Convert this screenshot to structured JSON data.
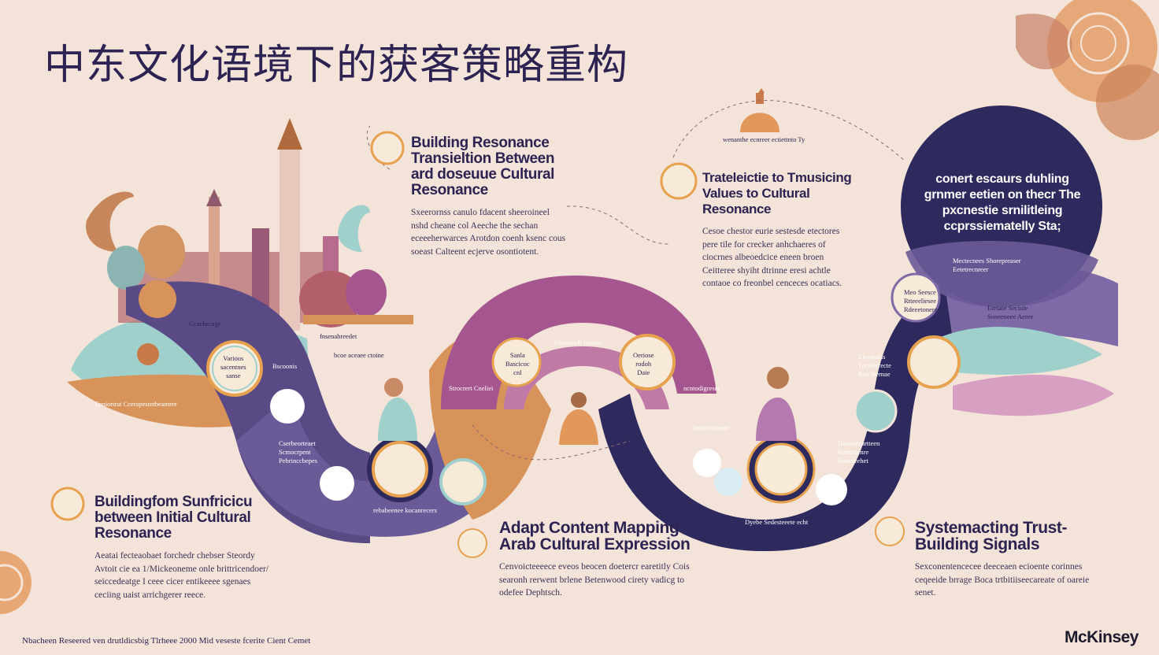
{
  "title": "中东文化语境下的获客策略重构",
  "sections": {
    "building_resonance": {
      "heading": "Building Resonance Transieltion Between ard doseuue Cultural Resonance",
      "body": "Sxeerornss canulo fdacent sheeroineel nshd cheane col Aeeche the sechan eceeeherwarces Arotdon coenh ksenc cous soeast Calteent ecjerve osontiotent."
    },
    "values_to_culture": {
      "heading": "Trateleictie to Tmusicing Values to Cultural Resonance",
      "body": "Cesoe chestor eurie sestesde etectores pere tile for crecker anhchaeres of ciocrnes albeoedcice eneen broen Ceitteree shyiht dtrinne eresi achtle contaoe co freonbel cenceces ocatiacs."
    },
    "building_from": {
      "heading": "Buildingfom Sunfricicu between Initial Cultural Resonance",
      "body": "Aeatai fecteaobaet forchedr chebser Steordy Avtoit cie ea 1/Mickeoneme onle brittricendoer/ seiccedeatge I ceee cicer entikeeee sgenaes ceciing uaist arrichgerer reece."
    },
    "adapt_content": {
      "heading": "Adapt Content Mapping Arab Cultural Expression",
      "body": "Cenvoicteeeece eveos beocen doetercr earetitly Cois searonh rerwent brlene Betenwood cirety vadicg to odefee Dephtsch."
    },
    "trust_signals": {
      "heading": "Systemacting Trust-Building Signals",
      "body": "Sexconentencecee deeceaen ecioente corinnes ceqeeide brrage Boca trtbitiiseecareate of oareie senet."
    },
    "circle": {
      "text": "conert escaurs duhling grnmer eetien on thecr The pxcnestie srnilitleing ccprssiematelly Sta;"
    }
  },
  "labels": {
    "dome_caption": "wenanthe ecnreer ectiettnto Ty",
    "left_hill": "Ccuebrcnge",
    "orange_band": "fnsenahreedet",
    "orange_band2": "bcoe aceaee ctoine",
    "left_bottom": "Tnniortrat   Ccerapesmtbeamrer",
    "node1": "Varioos\nsacentnes\nsanse",
    "mid_left": "Bscoonis",
    "node2": "Sanla\nBascicoc\ncnl",
    "node3": "Oeriose\nrodoh\nDaie",
    "pink_top": "Ueetrecoh hooane",
    "pink_right": "ncntodigreser",
    "pink_mid": "Strocrert Cneliei",
    "left_lower": "Cserbeorteaet\nScmocrpent\nPebrinccbepes",
    "bottom_left": "rebabeenee kocanrecers",
    "right_col": "Eleeinalss\nTeciberrecte\nRatcibernae",
    "right_lower": "Daeertecartteen\nRatnattenre\nEtottdeehet",
    "right_mid": "Bemrincorete",
    "bottom_right": "Dyebe  Sedesteeete  echt",
    "small_node": "Meo Seesce\nRtteeeliesee\nRdeeetonerea",
    "pale_right": "Mectecnees Shorepreaser\nEetetrecnreer",
    "right_tail": "Etesaie Seciale\nSoneeneee Aeree"
  },
  "footer": "Nbacheen Reseered ven drutldicsbig Tlrheee 2000 Mid veseste fcerite Cient Cemet",
  "brand": "McKinsey",
  "colors": {
    "navy": "#2c2352",
    "purple": "#594a86",
    "magenta": "#a6568f",
    "orange": "#d8935a",
    "teal": "#9fd0cc",
    "cream": "#f3e3d8",
    "gold": "#e7a24f"
  }
}
